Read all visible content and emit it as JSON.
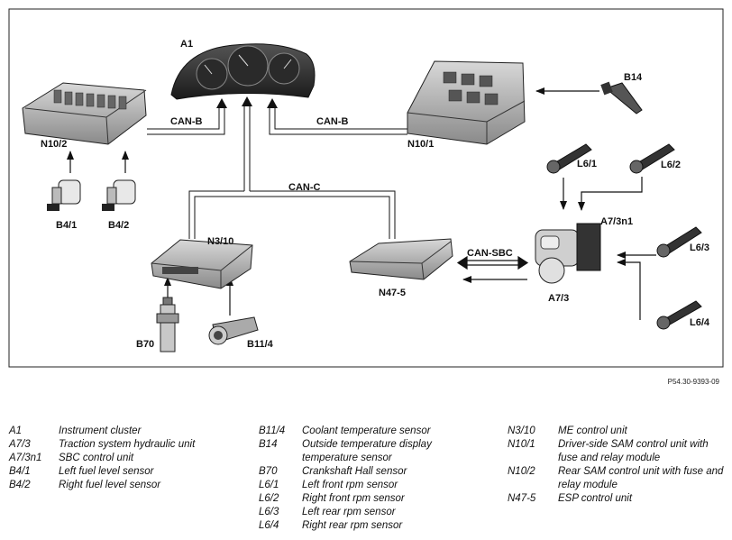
{
  "diagram": {
    "components": [
      {
        "code": "A1"
      },
      {
        "code": "N10/2"
      },
      {
        "code": "N10/1"
      },
      {
        "code": "B14"
      },
      {
        "code": "B4/1"
      },
      {
        "code": "B4/2"
      },
      {
        "code": "N3/10"
      },
      {
        "code": "N47-5"
      },
      {
        "code": "A7/3n1"
      },
      {
        "code": "A7/3"
      },
      {
        "code": "L6/1"
      },
      {
        "code": "L6/2"
      },
      {
        "code": "L6/3"
      },
      {
        "code": "L6/4"
      },
      {
        "code": "B70"
      },
      {
        "code": "B11/4"
      }
    ],
    "buses": {
      "can_b_left": "CAN-B",
      "can_b_right": "CAN-B",
      "can_c": "CAN-C",
      "can_sbc": "CAN-SBC"
    },
    "reference": "P54.30-9393-09"
  },
  "legend": {
    "col1": [
      {
        "code": "A1",
        "desc": "Instrument cluster"
      },
      {
        "code": "A7/3",
        "desc": "Traction system hydraulic unit"
      },
      {
        "code": "A7/3n1",
        "desc": "SBC control unit"
      },
      {
        "code": "B4/1",
        "desc": "Left fuel level sensor"
      },
      {
        "code": "B4/2",
        "desc": "Right fuel level sensor"
      }
    ],
    "col2": [
      {
        "code": "B11/4",
        "desc": "Coolant temperature sensor"
      },
      {
        "code": "B14",
        "desc": "Outside temperature display temperature sensor"
      },
      {
        "code": "B70",
        "desc": "Crankshaft Hall sensor"
      },
      {
        "code": "L6/1",
        "desc": "Left front rpm sensor"
      },
      {
        "code": "L6/2",
        "desc": "Right front rpm sensor"
      },
      {
        "code": "L6/3",
        "desc": "Left rear rpm sensor"
      },
      {
        "code": "L6/4",
        "desc": "Right rear rpm sensor"
      }
    ],
    "col3": [
      {
        "code": "N3/10",
        "desc": "ME control unit"
      },
      {
        "code": "N10/1",
        "desc": "Driver-side SAM control unit with fuse and relay module"
      },
      {
        "code": "N10/2",
        "desc": "Rear SAM control unit with fuse and relay module"
      },
      {
        "code": "N47-5",
        "desc": "ESP control unit"
      }
    ]
  }
}
